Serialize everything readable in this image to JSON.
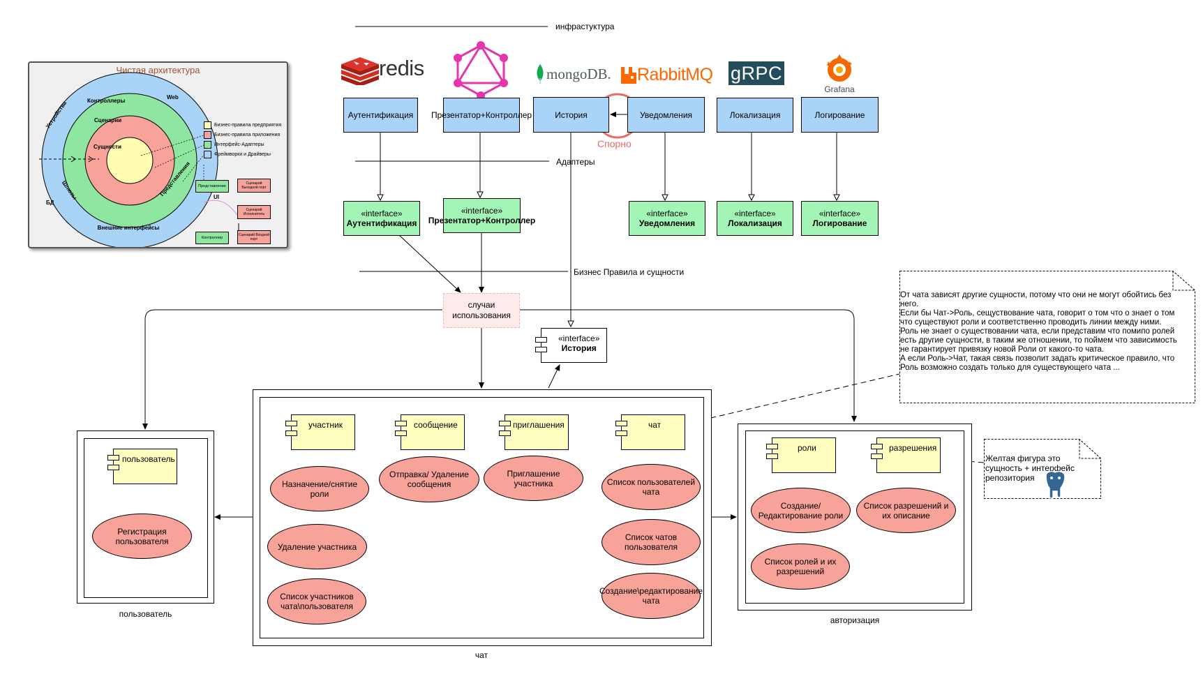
{
  "thumbnail": {
    "title": "Чистая архитектура",
    "rings": {
      "outer_top_left": "Устройства",
      "outer_top_right": "Web",
      "outer_left": "БД",
      "outer_right": "UI",
      "outer_bottom": "Внешние интерфейсы",
      "green_top": "Контроллеры",
      "green_left": "Шлюзы",
      "green_right": "Представления",
      "red_top": "Сценарии",
      "core": "Сущности"
    },
    "legend": [
      {
        "label": "Бизнес-правила предприятия",
        "color": "#fffbb0"
      },
      {
        "label": "Бизнес-правила приложения",
        "color": "#f8a39a"
      },
      {
        "label": "Интерфейс-Адаптеры",
        "color": "#8ee6a0"
      },
      {
        "label": "Фреймворки и Драйверы",
        "color": "#a9d3f7"
      }
    ],
    "mini_boxes": {
      "presenter": "Представление",
      "out_port": "Сценарий Выходной порт",
      "interactor": "Сценарий Исполнитель",
      "controller": "Контроллер",
      "in_port": "Сценарий Входной порт"
    }
  },
  "layers": {
    "infra": "инфрастуктура",
    "adapters": "Адаптеры",
    "business": "Бизнес Правила и сущности"
  },
  "logos": {
    "redis": "redis",
    "mongodb": "mongoDB.",
    "rabbitmq": "RabbitMQ",
    "grpc": "gRPC",
    "grafana": "Grafana"
  },
  "infra_boxes": [
    {
      "label": "Аутентификация"
    },
    {
      "label": "Презентатор+Контроллер"
    },
    {
      "label": "История"
    },
    {
      "label": "Уведомления"
    },
    {
      "label": "Локализация"
    },
    {
      "label": "Логирование"
    }
  ],
  "disputed": "Спорно",
  "interfaces": [
    {
      "stereo": "«interface»",
      "name": "Аутентификация"
    },
    {
      "stereo": "«interface»",
      "name": "Презентатор+Контроллер"
    },
    {
      "stereo": "«interface»",
      "name": "Уведомления"
    },
    {
      "stereo": "«interface»",
      "name": "Локализация"
    },
    {
      "stereo": "«interface»",
      "name": "Логирование"
    }
  ],
  "use_cases": "случаи использования",
  "history_interface": {
    "stereo": "«interface»",
    "name": "История"
  },
  "modules": {
    "user": {
      "caption": "пользователь",
      "entity": "пользователь",
      "cases": [
        "Регистрация пользователя"
      ]
    },
    "chat": {
      "caption": "чат",
      "entities": [
        "участник",
        "сообщение",
        "приглашения",
        "чат"
      ],
      "cases": {
        "assign_role": "Назначение/снятие роли",
        "remove_member": "Удаление участника",
        "member_list": "Список участников чата\\пользователя",
        "send_message": "Отправка/ Удаление сообщения",
        "invite": "Приглашение участника",
        "chat_users": "Список пользователей чата",
        "user_chats": "Список чатов пользователя",
        "create_chat": "Создание\\редактирование чата"
      }
    },
    "auth": {
      "caption": "авторизация",
      "entities": [
        "роли",
        "разрешения"
      ],
      "cases": {
        "create_role": "Создание/ Редактирование роли",
        "perm_list": "Список разрешений и их описание",
        "role_list": "Список ролей и их разрешений"
      }
    }
  },
  "notes": {
    "big": [
      "От чата зависят другие сущности, потому что они не могут обойтись без",
      "него.",
      "Если бы Чат->Роль, сещуствование чата, говорит о том что о знает о том",
      "что существуют роли и соответственно проводить линии между ними.",
      "Роль не знает о существовании чата, если представим что помипо ролей",
      "есть другие сущности, в таким же отношении, то поймем что зависимость",
      "не гарантирует привязку новой Роли от какого-то чата.",
      "А если Роль->Чат, такая связь позволит задать критическое правило, что",
      "Роль возможно создать только для существующего чата ..."
    ],
    "small": "Желтая фигура это сущность + интерфейс репозитория"
  }
}
